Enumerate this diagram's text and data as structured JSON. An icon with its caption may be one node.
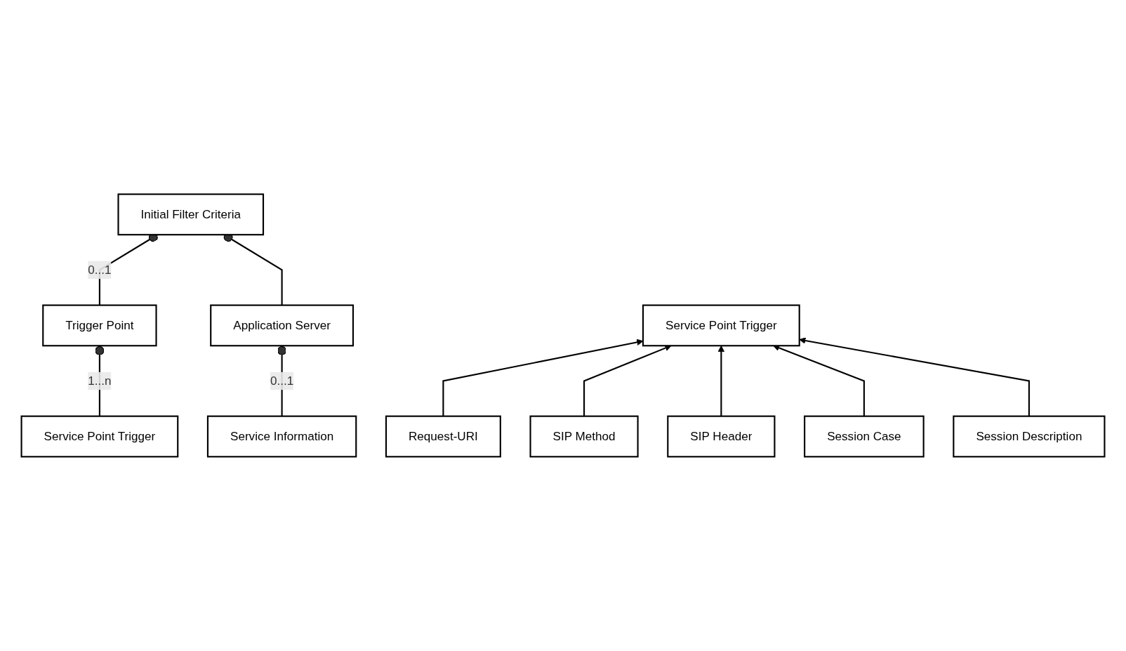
{
  "diagram": {
    "nodes": [
      {
        "text": [
          "Initial Filter Criteria"
        ]
      },
      {
        "text": [
          "Trigger Point"
        ]
      },
      {
        "text": [
          "Application Server"
        ]
      },
      {
        "text": [
          "Service Point Trigger"
        ]
      },
      {
        "text": [
          "Service Information"
        ]
      },
      {
        "text": [
          "Service Point Trigger"
        ]
      },
      {
        "text": [
          "Request-URI"
        ]
      },
      {
        "text": [
          "SIP Method"
        ]
      },
      {
        "text": [
          "SIP Header"
        ]
      },
      {
        "text": [
          "Session Case"
        ]
      },
      {
        "text": [
          "Session Description"
        ]
      }
    ],
    "edges": [
      {
        "from": 1,
        "to": 0,
        "arrow": "other",
        "label": "0...1"
      },
      {
        "from": 2,
        "to": 0,
        "arrow": "other"
      },
      {
        "from": 3,
        "to": 1,
        "arrow": "other",
        "label": "1...n"
      },
      {
        "from": 4,
        "to": 2,
        "arrow": "other",
        "label": "0...1"
      },
      {
        "from": 6,
        "to": 5,
        "arrow": "to"
      },
      {
        "from": 7,
        "to": 5,
        "arrow": "to"
      },
      {
        "from": 8,
        "to": 5,
        "arrow": "to"
      },
      {
        "from": 9,
        "to": 5,
        "arrow": "to"
      },
      {
        "from": 10,
        "to": 5,
        "arrow": "to"
      }
    ]
  }
}
